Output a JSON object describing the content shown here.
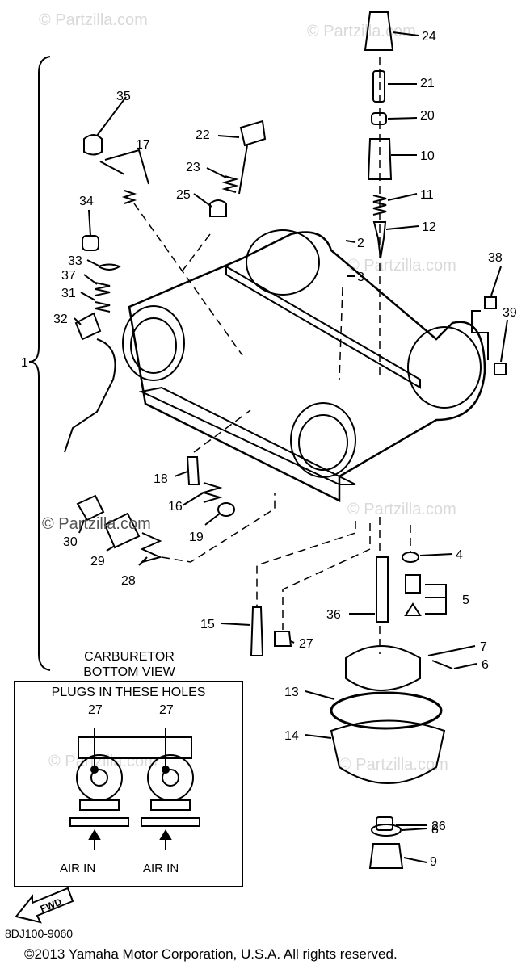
{
  "watermark": "© Partzilla.com",
  "partzilla_label": "© Partzilla.com",
  "callouts": [
    "1",
    "2",
    "3",
    "4",
    "5",
    "6",
    "7",
    "8",
    "9",
    "10",
    "11",
    "12",
    "13",
    "14",
    "15",
    "16",
    "17",
    "18",
    "19",
    "20",
    "21",
    "22",
    "23",
    "24",
    "25",
    "26",
    "27",
    "28",
    "29",
    "30",
    "31",
    "32",
    "33",
    "34",
    "35",
    "36",
    "37",
    "38",
    "39"
  ],
  "inset": {
    "title_line1": "CARBURETOR",
    "title_line2": "BOTTOM VIEW",
    "heading": "PLUGS IN THESE HOLES",
    "plug_left": "27",
    "plug_right": "27",
    "air_in_left": "AIR IN",
    "air_in_right": "AIR IN"
  },
  "fwd_label": "FWD",
  "diagram_code": "8DJ100-9060",
  "copyright": "©2013  Yamaha Motor Corporation, U.S.A. All rights reserved."
}
